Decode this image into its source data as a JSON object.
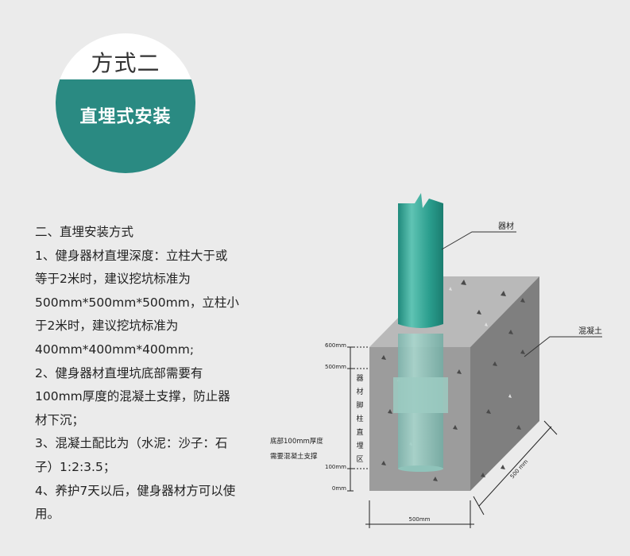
{
  "badge": {
    "title": "方式二",
    "subtitle": "直埋式安装"
  },
  "instructions": [
    "二、直埋安装方式",
    "1、健身器材直埋深度：立柱大于或",
    "等于2米时，建议挖坑标准为",
    "500mm*500mm*500mm，立柱小",
    "于2米时，建议挖坑标准为",
    "400mm*400mm*400mm;",
    "2、健身器材直埋坑底部需要有",
    "100mm厚度的混凝土支撑，防止器",
    "材下沉；",
    "3、混凝土配比为（水泥：沙子：石",
    "子）1:2:3.5；",
    "4、养护7天以后，健身器材方可以使",
    "用。"
  ],
  "diagram": {
    "label_equipment": "器材",
    "label_concrete": "混凝土",
    "tick_600": "600mm",
    "tick_500": "500mm",
    "tick_100": "100mm",
    "tick_0": "0mm",
    "zone_label": [
      "器",
      "材",
      "脚",
      "柱",
      "直",
      "埋",
      "区"
    ],
    "bottom_note_line1": "底部100mm厚度",
    "bottom_note_line2": "需要混凝土支撑",
    "dim_width": "500mm",
    "dim_depth": "500 mm"
  },
  "colors": {
    "teal": "#2a8a82",
    "pipe": "#2e9b8e",
    "concrete_front": "#9a9a9a",
    "concrete_side": "#7f7f7f",
    "concrete_top": "#b9b9b9"
  }
}
